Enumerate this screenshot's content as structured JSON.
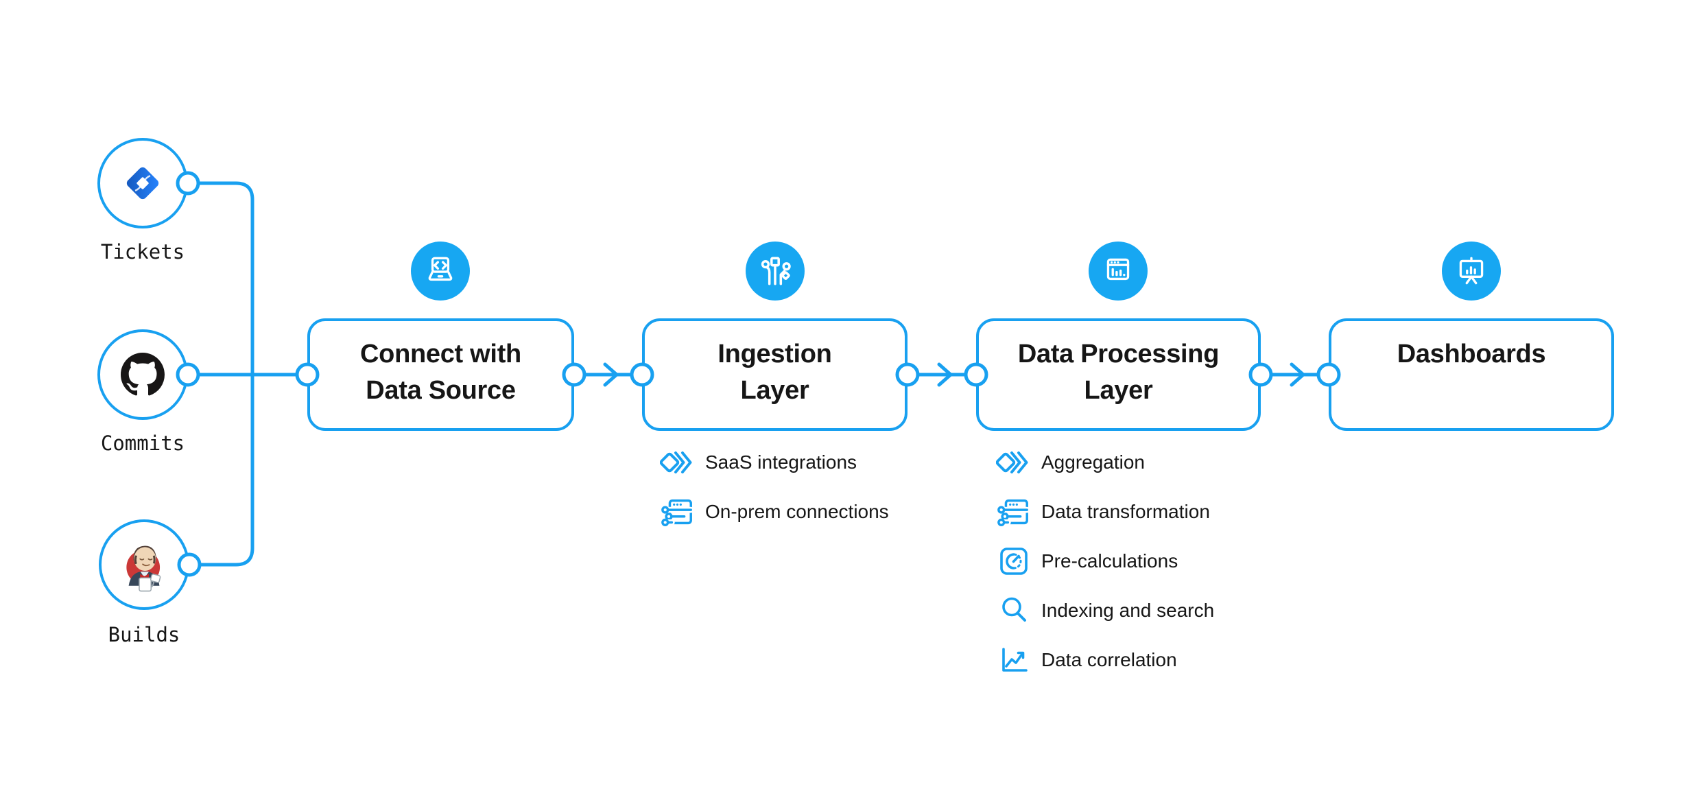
{
  "sources": [
    {
      "label": "Tickets",
      "icon": "jira-logo-icon"
    },
    {
      "label": "Commits",
      "icon": "github-logo-icon"
    },
    {
      "label": "Builds",
      "icon": "jenkins-logo-icon"
    }
  ],
  "stages": [
    {
      "title": "Connect with Data Source",
      "icon": "laptop-code-icon",
      "items": []
    },
    {
      "title": "Ingestion Layer",
      "icon": "circuit-branches-icon",
      "items": [
        {
          "label": "SaaS integrations",
          "icon": "stacked-diamonds-icon"
        },
        {
          "label": "On-prem connections",
          "icon": "window-sliders-icon"
        }
      ]
    },
    {
      "title": "Data Processing Layer",
      "icon": "window-bar-chart-icon",
      "items": [
        {
          "label": "Aggregation",
          "icon": "stacked-diamonds-icon"
        },
        {
          "label": "Data transformation",
          "icon": "window-sliders-icon"
        },
        {
          "label": "Pre-calculations",
          "icon": "gauge-icon"
        },
        {
          "label": "Indexing and search",
          "icon": "magnifier-icon"
        },
        {
          "label": "Data correlation",
          "icon": "line-chart-icon"
        }
      ]
    },
    {
      "title": "Dashboards",
      "icon": "presentation-chart-icon",
      "items": []
    }
  ],
  "colors": {
    "accent_blue": "#18A0F0",
    "icon_circle": "#17A7F2",
    "text_dark": "#161616",
    "jira_blue": "#2684FF",
    "jira_blue_dark": "#1558BC",
    "github_black": "#181616",
    "jenkins_red": "#CB3837"
  }
}
